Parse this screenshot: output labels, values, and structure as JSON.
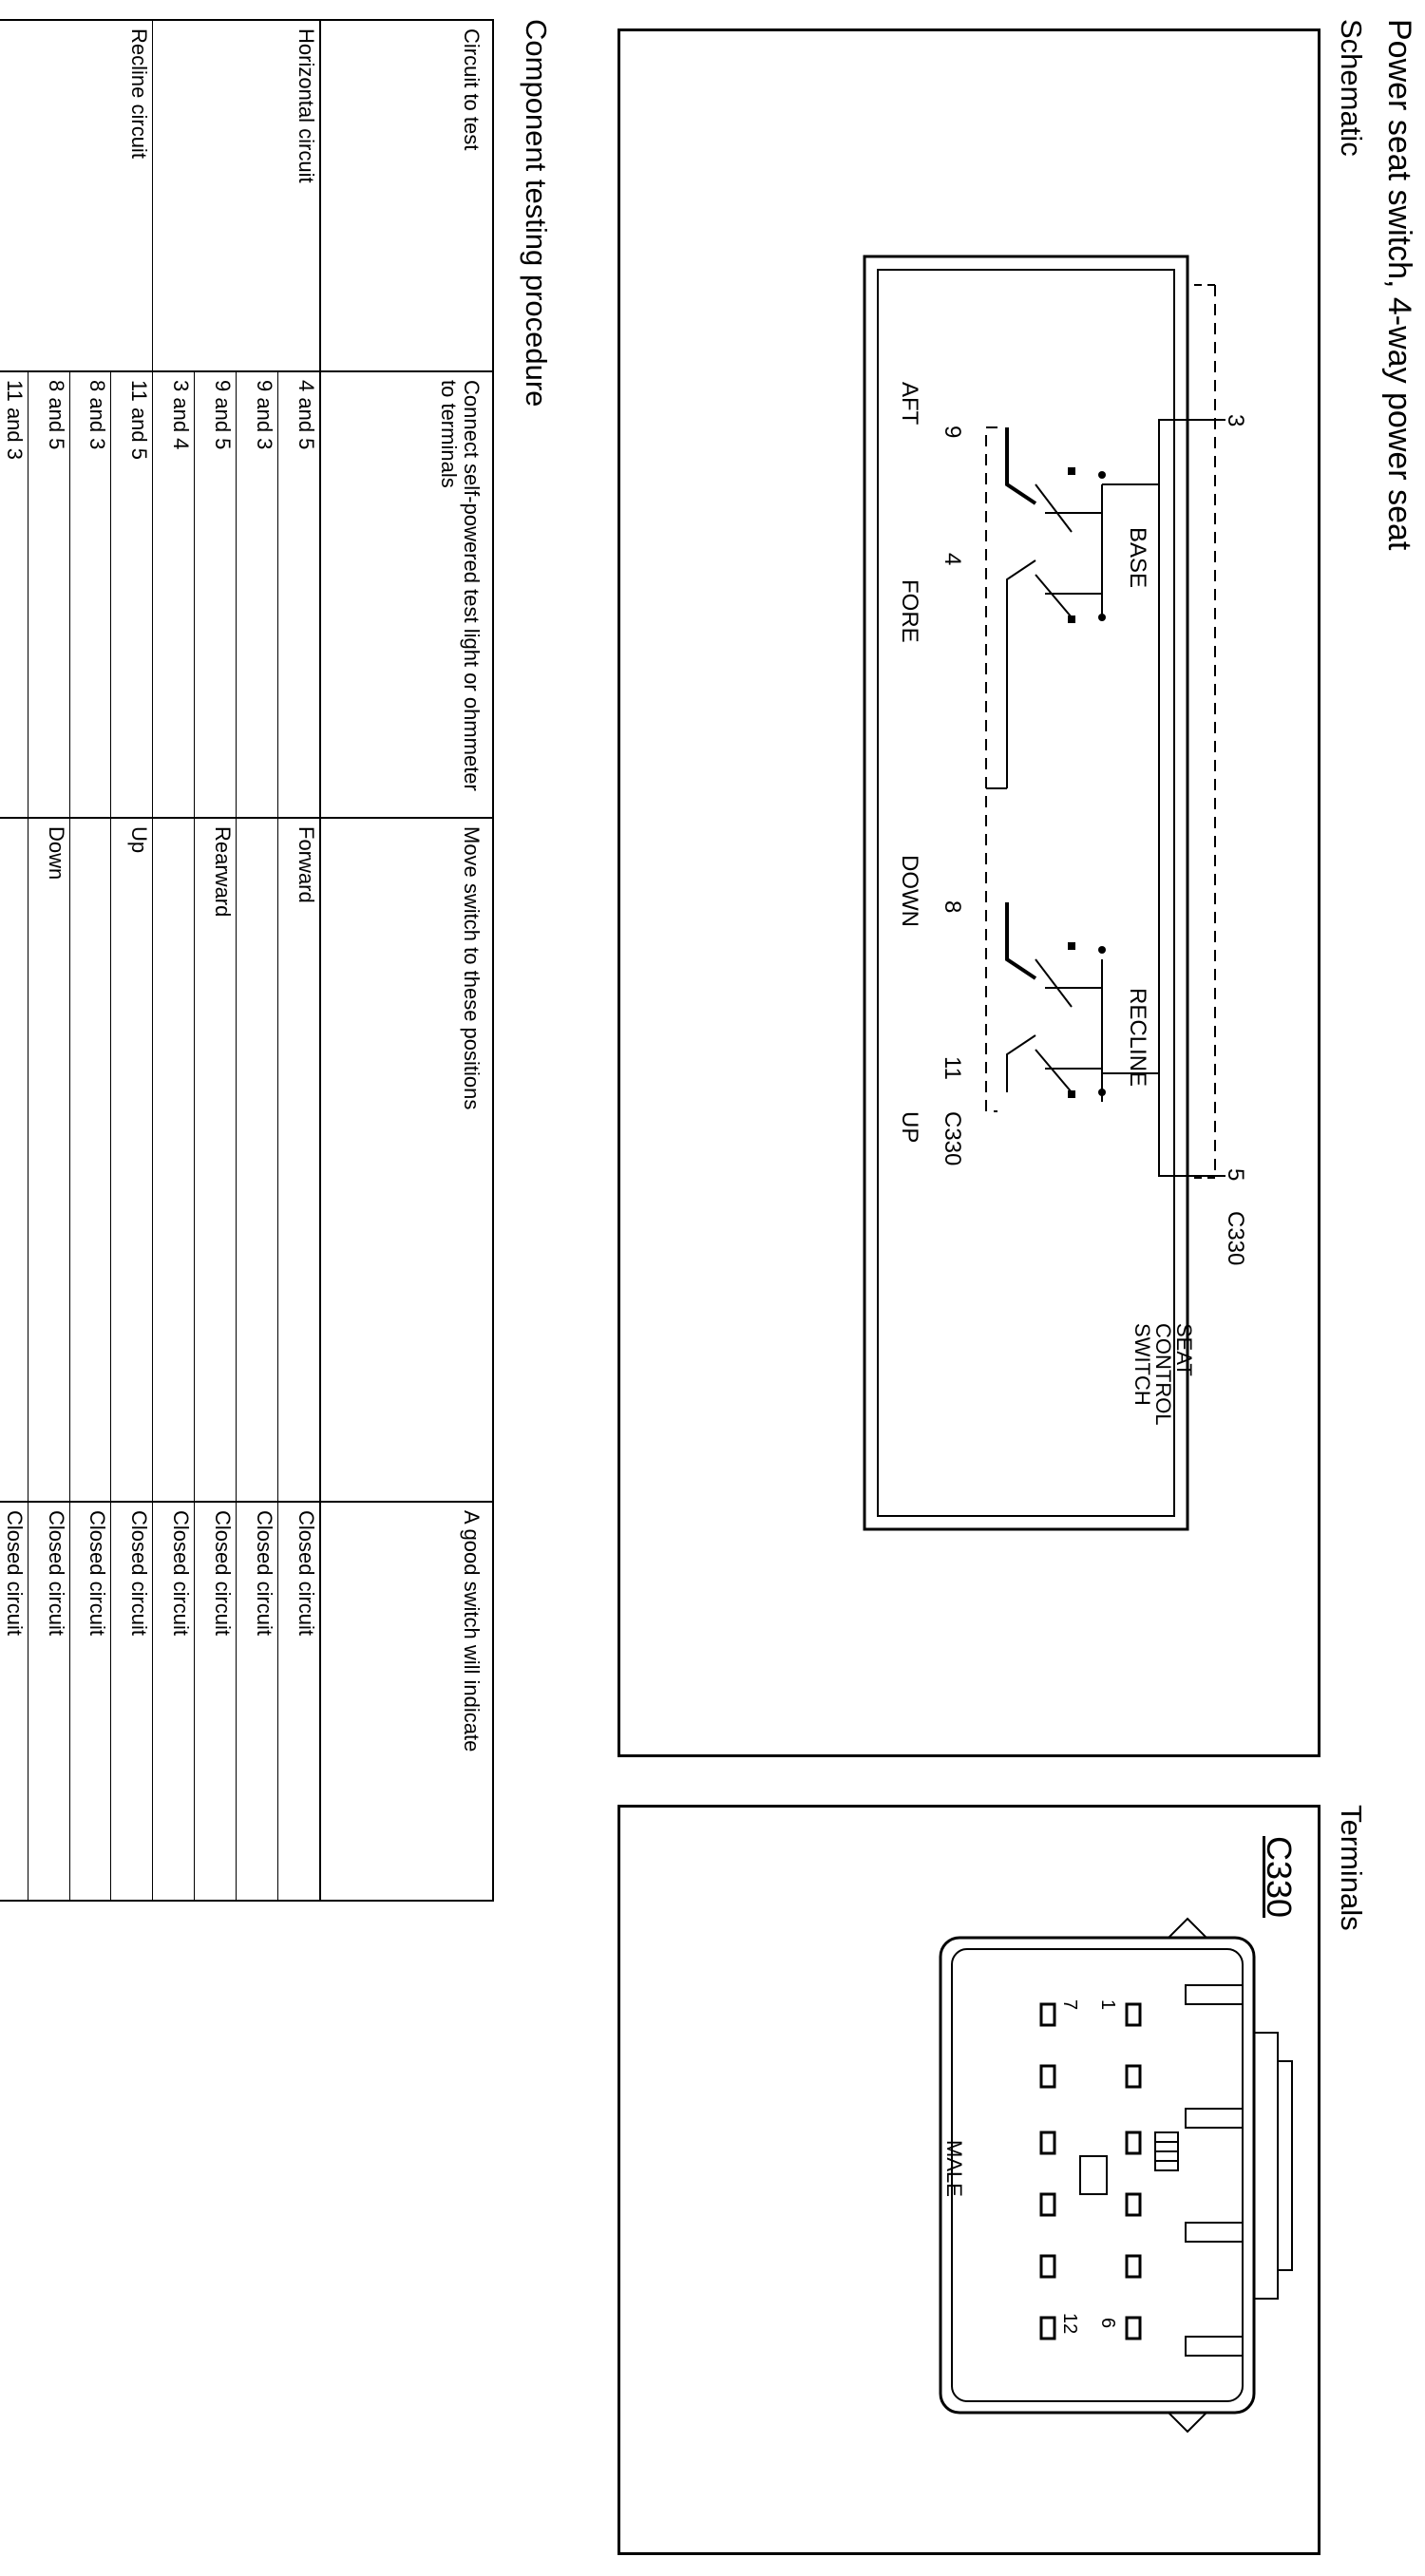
{
  "document": {
    "title": "Power seat switch, 4-way power seat",
    "schematic_heading": "Schematic",
    "terminals_heading": "Terminals",
    "procedure_heading": "Component testing procedure"
  },
  "schematic": {
    "component_label": "SEAT CONTROL SWITCH",
    "connector": "C330",
    "sections": [
      "BASE",
      "RECLINE"
    ],
    "positions": [
      "AFT",
      "FORE",
      "DOWN",
      "UP"
    ],
    "pins": [
      "3",
      "9",
      "4",
      "8",
      "11",
      "5"
    ]
  },
  "terminals": {
    "connector": "C330",
    "gender": "MALE",
    "pin_labels": [
      "1",
      "7",
      "6",
      "12"
    ]
  },
  "table": {
    "headers": [
      "Circuit to test",
      "Connect self-powered test light or ohmmeter to terminals",
      "Move switch to these positions",
      "A good switch will indicate"
    ],
    "groups": [
      {
        "circuit": "Horizontal circuit",
        "rows": [
          {
            "terminals": "4 and 5",
            "position": "Forward",
            "indication": "Closed circuit"
          },
          {
            "terminals": "9 and 3",
            "position": "",
            "indication": "Closed circuit"
          },
          {
            "terminals": "9 and 5",
            "position": "Rearward",
            "indication": "Closed circuit"
          },
          {
            "terminals": "3 and 4",
            "position": "",
            "indication": "Closed circuit"
          }
        ]
      },
      {
        "circuit": "Recline circuit",
        "rows": [
          {
            "terminals": "11 and 5",
            "position": "Up",
            "indication": "Closed circuit"
          },
          {
            "terminals": "8 and 3",
            "position": "",
            "indication": "Closed circuit"
          },
          {
            "terminals": "8 and 5",
            "position": "Down",
            "indication": "Closed circuit"
          },
          {
            "terminals": "11 and 3",
            "position": "",
            "indication": "Closed circuit"
          }
        ]
      }
    ]
  }
}
